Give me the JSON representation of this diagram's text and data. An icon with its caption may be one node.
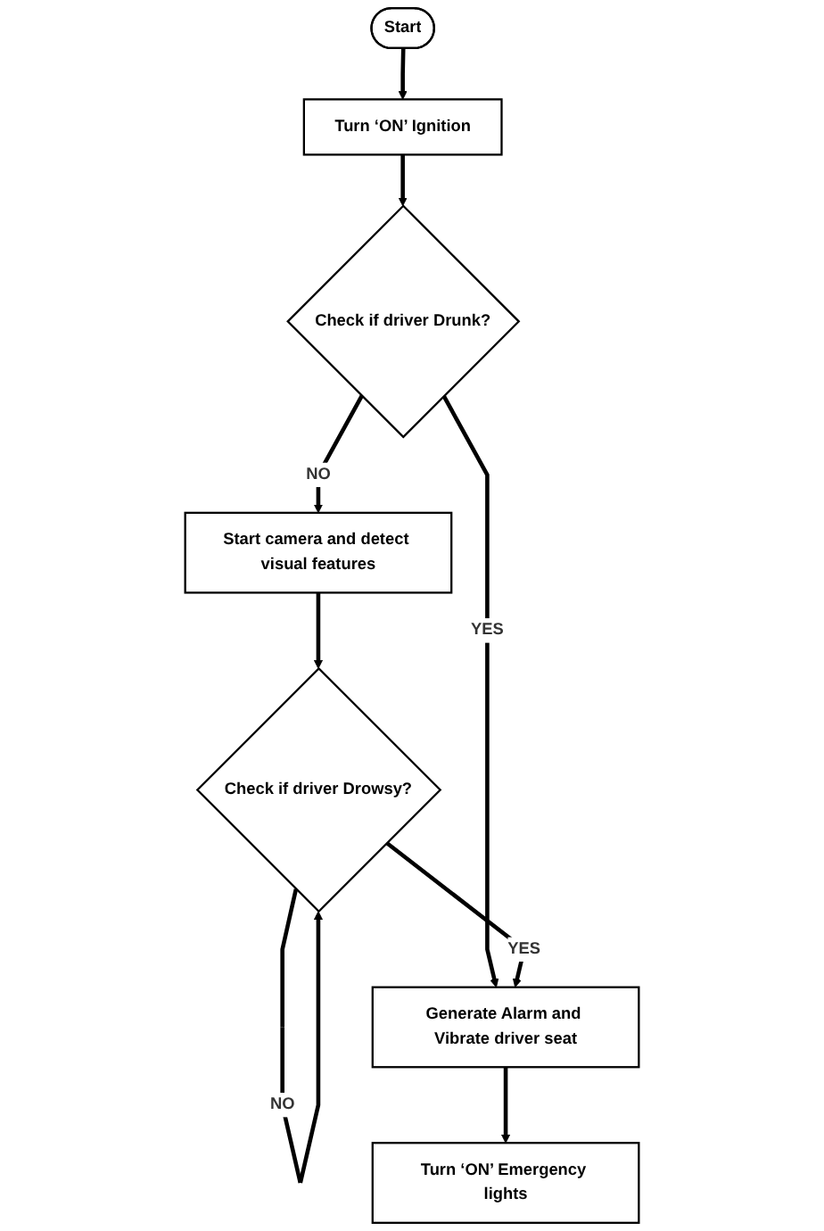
{
  "diagram": {
    "nodes": [
      {
        "text": [
          "Start"
        ]
      },
      {
        "text": [
          "Turn ‘ON’ Ignition"
        ]
      },
      {
        "text": [
          "Check if driver Drunk?"
        ]
      },
      {
        "text": [
          "Start camera and detect visual features"
        ]
      },
      {
        "text": [
          "Check if driver Drowsy?"
        ]
      },
      {
        "text": [
          "Generate Alarm and Vibrate driver seat"
        ]
      },
      {
        "text": [
          "Turn ‘ON’ Emergency lights"
        ]
      }
    ],
    "edges": [
      {
        "from": 0,
        "to": 1,
        "arrow": "to"
      },
      {
        "from": 1,
        "to": 2,
        "arrow": "to"
      },
      {
        "from": 2,
        "to": 3,
        "arrow": "to",
        "label": "NO"
      },
      {
        "from": 2,
        "to": 5,
        "arrow": "to",
        "label": "YES"
      },
      {
        "from": 3,
        "to": 4,
        "arrow": "to"
      },
      {
        "from": 4,
        "to": 4,
        "arrow": "to",
        "label": "NO"
      },
      {
        "from": 4,
        "to": 5,
        "arrow": "to",
        "label": "YES"
      },
      {
        "from": 5,
        "to": 6,
        "arrow": "to"
      }
    ]
  }
}
